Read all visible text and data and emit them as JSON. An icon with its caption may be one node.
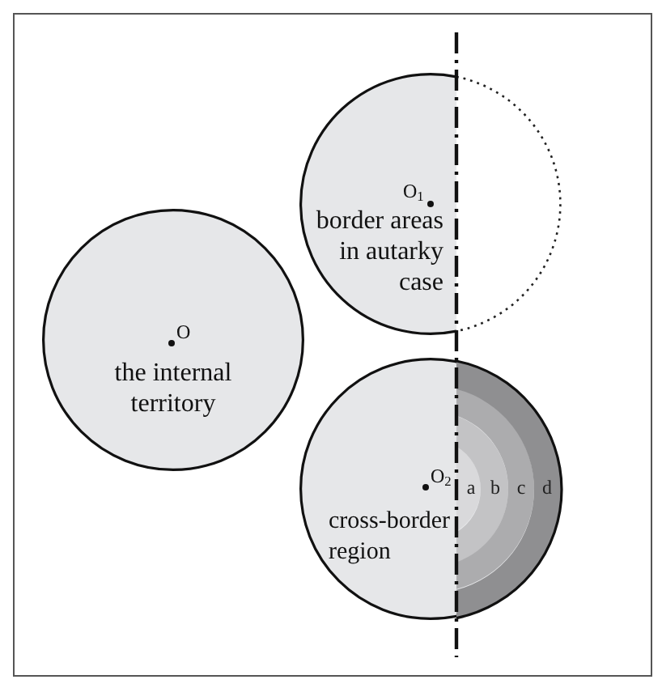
{
  "diagram": {
    "nodes": [
      {
        "text": [
          "O$_{1}$",
          "border areas in autarky case"
        ]
      },
      {
        "text": [
          "O",
          "the internal territory"
        ]
      },
      {
        "text": [
          "O$_{2}$",
          "cross-border region"
        ]
      },
      {
        "text": [
          "a"
        ],
        "in": 2
      },
      {
        "text": [
          "b"
        ],
        "in": 2
      },
      {
        "text": [
          "c"
        ],
        "in": 2
      },
      {
        "text": [
          "d"
        ],
        "in": 2
      }
    ]
  }
}
